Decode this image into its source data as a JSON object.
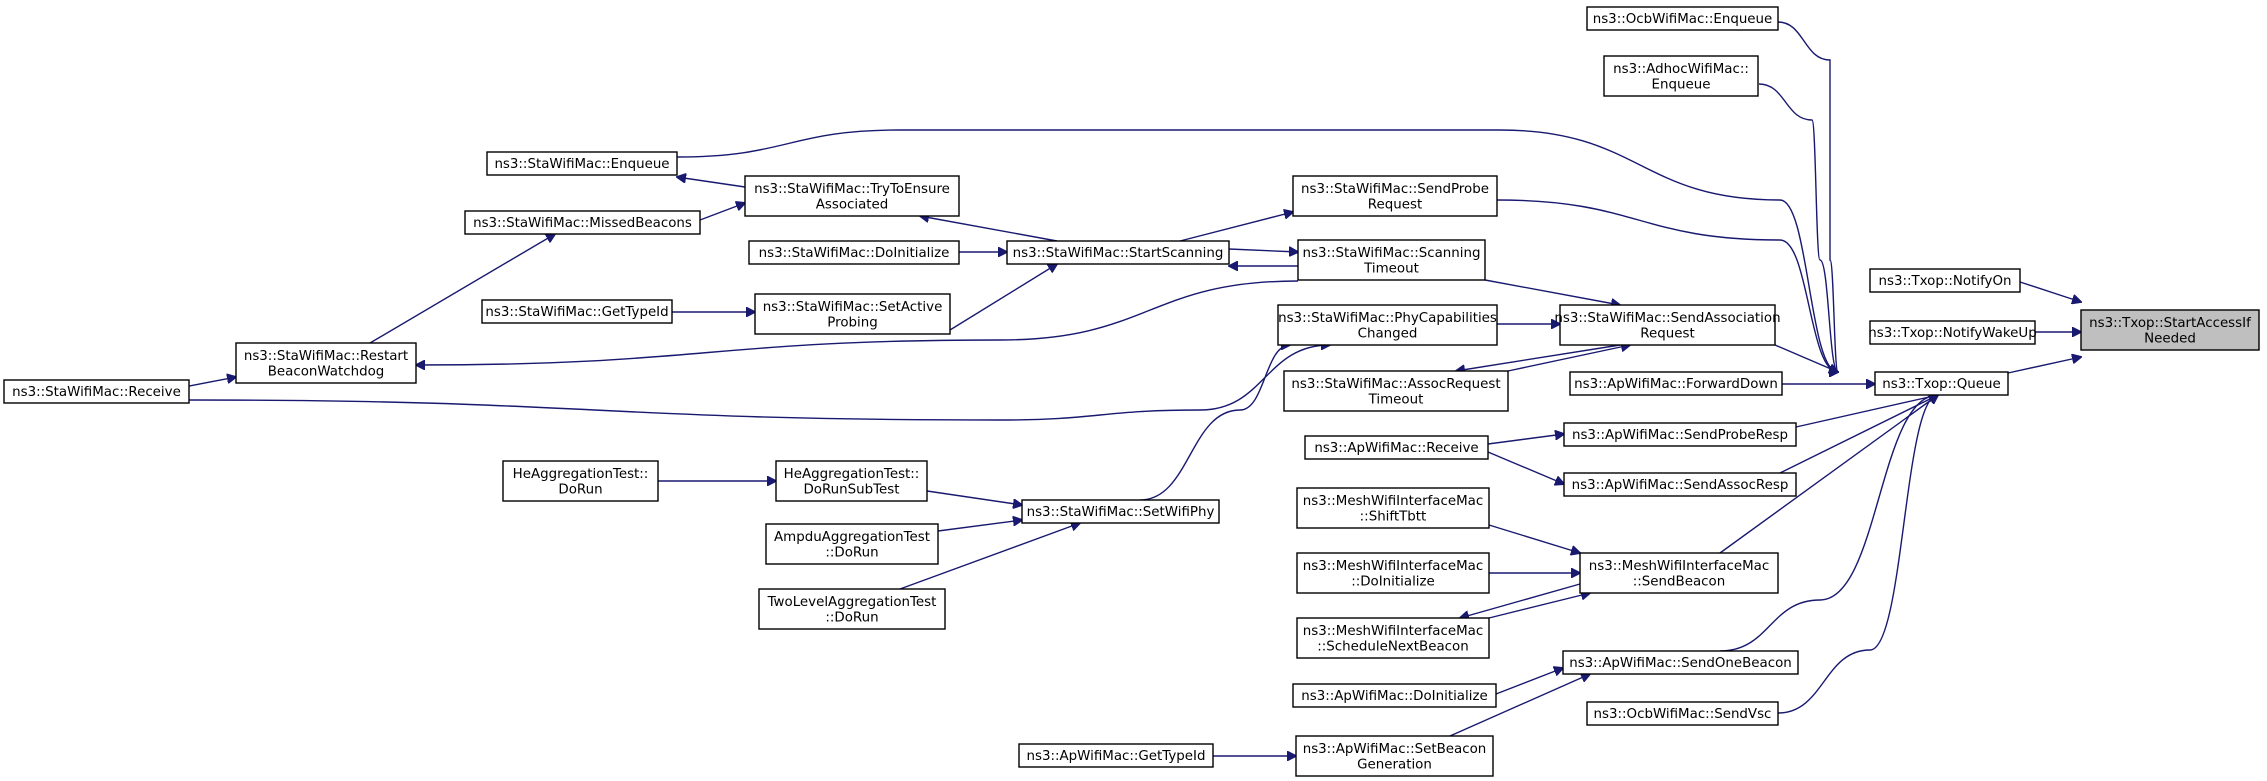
{
  "diagram": {
    "type": "call-graph",
    "edge_color": "#191970",
    "root_fill": "#bfbfbf",
    "nodes": [
      {
        "id": "root",
        "lines": [
          "ns3::Txop::StartAccessIf",
          "Needed"
        ]
      },
      {
        "id": "notify-on",
        "lines": [
          "ns3::Txop::NotifyOn"
        ]
      },
      {
        "id": "notify-wakeup",
        "lines": [
          "ns3::Txop::NotifyWakeUp"
        ]
      },
      {
        "id": "txop-queue",
        "lines": [
          "ns3::Txop::Queue"
        ]
      },
      {
        "id": "ocb-enqueue",
        "lines": [
          "ns3::OcbWifiMac::Enqueue"
        ]
      },
      {
        "id": "adhoc-enqueue",
        "lines": [
          "ns3::AdhocWifiMac::",
          "Enqueue"
        ]
      },
      {
        "id": "sta-enqueue",
        "lines": [
          "ns3::StaWifiMac::Enqueue"
        ]
      },
      {
        "id": "sta-tryto",
        "lines": [
          "ns3::StaWifiMac::TryToEnsure",
          "Associated"
        ]
      },
      {
        "id": "sta-missed",
        "lines": [
          "ns3::StaWifiMac::MissedBeacons"
        ]
      },
      {
        "id": "sta-doinit",
        "lines": [
          "ns3::StaWifiMac::DoInitialize"
        ]
      },
      {
        "id": "sta-startscan",
        "lines": [
          "ns3::StaWifiMac::StartScanning"
        ]
      },
      {
        "id": "sta-sendprobe",
        "lines": [
          "ns3::StaWifiMac::SendProbe",
          "Request"
        ]
      },
      {
        "id": "sta-scantimeout",
        "lines": [
          "ns3::StaWifiMac::Scanning",
          "Timeout"
        ]
      },
      {
        "id": "sta-gettypeid",
        "lines": [
          "ns3::StaWifiMac::GetTypeId"
        ]
      },
      {
        "id": "sta-setactive",
        "lines": [
          "ns3::StaWifiMac::SetActive",
          "Probing"
        ]
      },
      {
        "id": "sta-restart",
        "lines": [
          "ns3::StaWifiMac::Restart",
          "BeaconWatchdog"
        ]
      },
      {
        "id": "sta-receive",
        "lines": [
          "ns3::StaWifiMac::Receive"
        ]
      },
      {
        "id": "sta-phycap",
        "lines": [
          "ns3::StaWifiMac::PhyCapabilities",
          "Changed"
        ]
      },
      {
        "id": "sta-sendassoc",
        "lines": [
          "ns3::StaWifiMac::SendAssociation",
          "Request"
        ]
      },
      {
        "id": "sta-assoctimeout",
        "lines": [
          "ns3::StaWifiMac::AssocRequest",
          "Timeout"
        ]
      },
      {
        "id": "ap-forwarddown",
        "lines": [
          "ns3::ApWifiMac::ForwardDown"
        ]
      },
      {
        "id": "ap-receive",
        "lines": [
          "ns3::ApWifiMac::Receive"
        ]
      },
      {
        "id": "ap-sendproberesp",
        "lines": [
          "ns3::ApWifiMac::SendProbeResp"
        ]
      },
      {
        "id": "ap-sendassocresp",
        "lines": [
          "ns3::ApWifiMac::SendAssocResp"
        ]
      },
      {
        "id": "he-dorun",
        "lines": [
          "HeAggregationTest::",
          "DoRun"
        ]
      },
      {
        "id": "he-dorunsub",
        "lines": [
          "HeAggregationTest::",
          "DoRunSubTest"
        ]
      },
      {
        "id": "sta-setwifiphy",
        "lines": [
          "ns3::StaWifiMac::SetWifiPhy"
        ]
      },
      {
        "id": "ampdu-dorun",
        "lines": [
          "AmpduAggregationTest",
          "::DoRun"
        ]
      },
      {
        "id": "twolevel-dorun",
        "lines": [
          "TwoLevelAggregationTest",
          "::DoRun"
        ]
      },
      {
        "id": "mesh-shifttbtt",
        "lines": [
          "ns3::MeshWifiInterfaceMac",
          "::ShiftTbtt"
        ]
      },
      {
        "id": "mesh-sendbeacon",
        "lines": [
          "ns3::MeshWifiInterfaceMac",
          "::SendBeacon"
        ]
      },
      {
        "id": "mesh-doinit",
        "lines": [
          "ns3::MeshWifiInterfaceMac",
          "::DoInitialize"
        ]
      },
      {
        "id": "mesh-schedule",
        "lines": [
          "ns3::MeshWifiInterfaceMac",
          "::ScheduleNextBeacon"
        ]
      },
      {
        "id": "ap-doinit",
        "lines": [
          "ns3::ApWifiMac::DoInitialize"
        ]
      },
      {
        "id": "ap-sendonebeacon",
        "lines": [
          "ns3::ApWifiMac::SendOneBeacon"
        ]
      },
      {
        "id": "ocb-sendvsc",
        "lines": [
          "ns3::OcbWifiMac::SendVsc"
        ]
      },
      {
        "id": "ap-gettypeid",
        "lines": [
          "ns3::ApWifiMac::GetTypeId"
        ]
      },
      {
        "id": "ap-setbeacon",
        "lines": [
          "ns3::ApWifiMac::SetBeacon",
          "Generation"
        ]
      }
    ]
  }
}
